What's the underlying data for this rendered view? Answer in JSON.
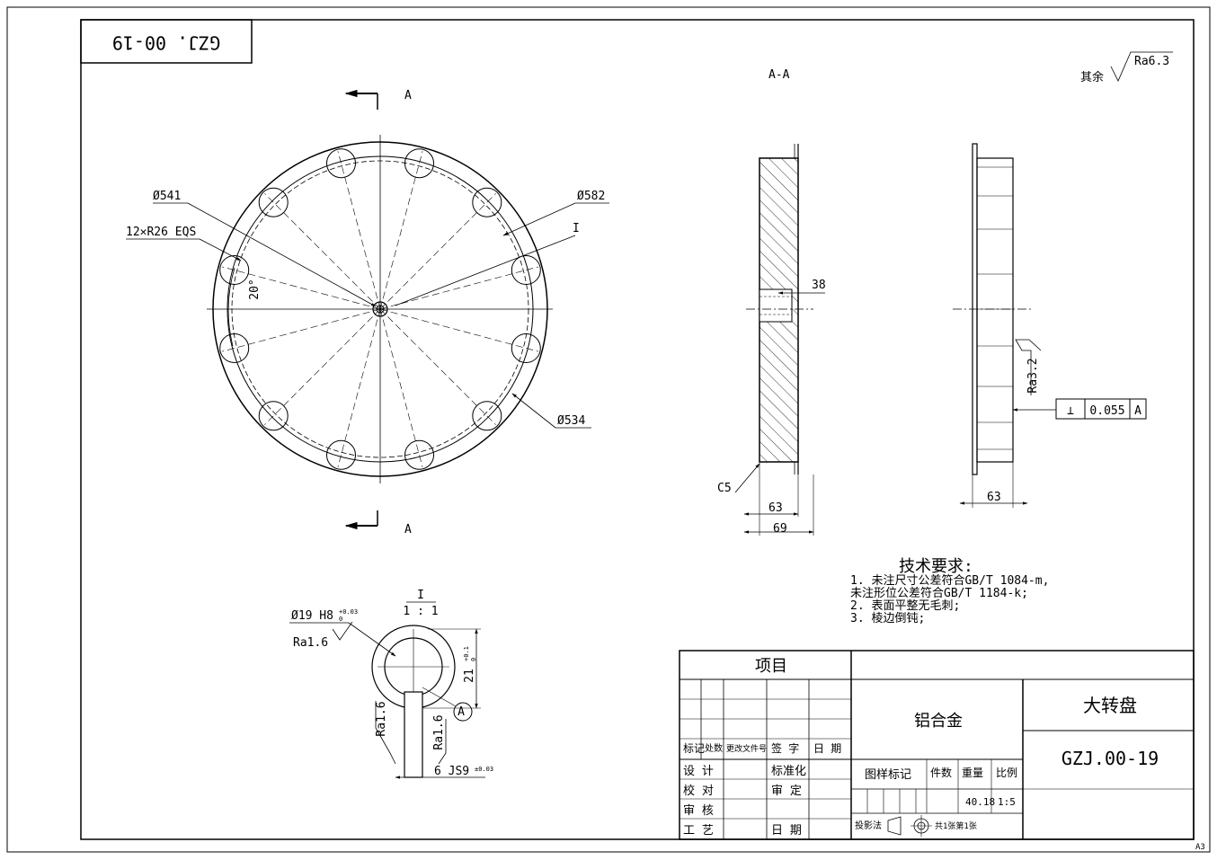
{
  "drawing_number": "GZJ. 00-19",
  "drawing_number_title": "GZJ.00-19",
  "part_name": "大转盘",
  "material": "铝合金",
  "section_label": "A-A",
  "section_arrow_label": "A",
  "surface_roughness_default": {
    "prefix": "其余",
    "value": "Ra6.3"
  },
  "front_view": {
    "dim_outer": "Ø582",
    "dim_mid": "Ø541",
    "dim_inner": "Ø534",
    "dim_slots": "12✕R26 EQS",
    "dim_angle": "20°",
    "detail_mark": "I"
  },
  "section_view": {
    "dim_small": "38",
    "dim_63": "63",
    "dim_69": "69",
    "chamfer": "C5"
  },
  "side_view": {
    "dim_63": "63",
    "roughness": "Ra3.2",
    "tolerance_symbol": "⊥",
    "tolerance_value": "0.055",
    "datum": "A"
  },
  "detail_view": {
    "title": "I",
    "scale": "1 : 1",
    "bore": "Ø19 H8",
    "bore_tol_upper": "+0.03",
    "bore_tol_lower": "0",
    "roughness_bore": "Ra1.6",
    "roughness_key_left": "Ra1.6",
    "roughness_key_right": "Ra1.6",
    "key_depth": "21",
    "key_depth_tol_upper": "+0.1",
    "key_depth_tol_lower": "0",
    "key_width": "6 JS9",
    "key_width_tol_upper": "±0.03",
    "datum": "A"
  },
  "tech_requirements": {
    "title": "技术要求:",
    "lines": [
      "1. 未注尺寸公差符合GB/T 1084-m,",
      "   未注形位公差符合GB/T 1184-k;",
      "2. 表面平整无毛刺;",
      "3. 棱边倒钝;"
    ]
  },
  "title_block": {
    "item_header": "项目",
    "mark_header": "标记",
    "zone_header": "处数",
    "doc_header": "更改文件号",
    "sign_header": "签 字",
    "date_header": "日 期",
    "design": "设 计",
    "standardize": "标准化",
    "check": "校 对",
    "review": "审 定",
    "audit": "审 核",
    "process": "工 艺",
    "date": "日 期",
    "pattern_mark": "图样标记",
    "pieces": "件数",
    "weight": "重量",
    "scale": "比例",
    "weight_value": "40.18",
    "scale_value": "1:5",
    "projection": "投影法",
    "sheets": "共1张第1张"
  },
  "sheet_size": "A3"
}
